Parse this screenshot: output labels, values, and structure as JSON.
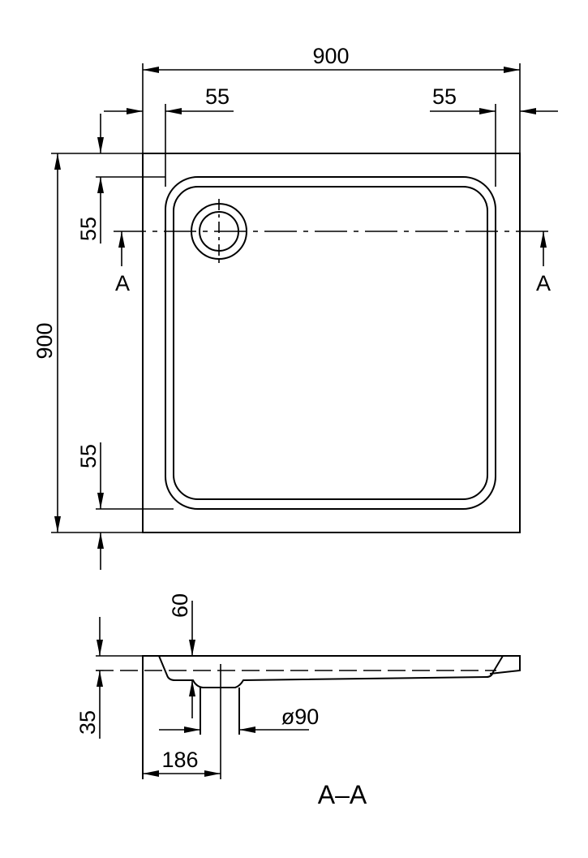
{
  "plan_view": {
    "width_label": "900",
    "depth_label": "900",
    "rim_top_label": "55",
    "rim_right_label": "55",
    "rim_side_top_label": "55",
    "rim_side_bottom_label": "55",
    "section_marker_left": "A",
    "section_marker_right": "A"
  },
  "section_view": {
    "depth_label": "60",
    "height_label": "35",
    "drain_diameter_label": "ø90",
    "drain_offset_label": "186",
    "title": "A–A"
  }
}
